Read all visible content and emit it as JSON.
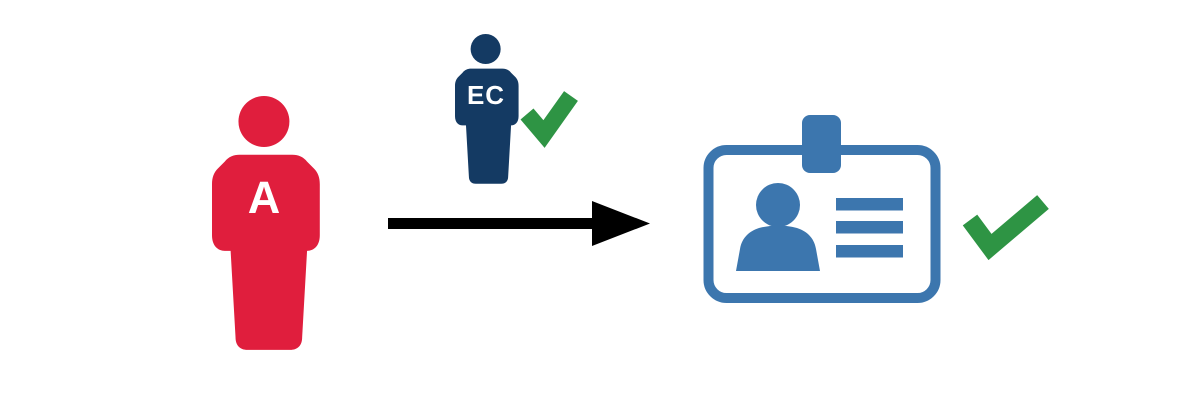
{
  "page": {
    "background": "#FFFFFF"
  },
  "colors": {
    "applicant_red": "#E01E3D",
    "endorser_navy": "#143A63",
    "card_blue": "#3C76AE",
    "check_green": "#2E9444",
    "arrow_black": "#000000",
    "label_white": "#FFFFFF"
  },
  "applicant": {
    "label": "A",
    "icon": "person-silhouette"
  },
  "endorsing_official": {
    "label": "EC",
    "icon": "person-silhouette",
    "status_icon": "checkmark"
  },
  "arrow": {
    "icon": "arrow-right",
    "direction": "right"
  },
  "id_card": {
    "icon": "id-badge-card",
    "photo_icon": "person-bust",
    "text_line_count": 3,
    "status_icon": "checkmark"
  }
}
